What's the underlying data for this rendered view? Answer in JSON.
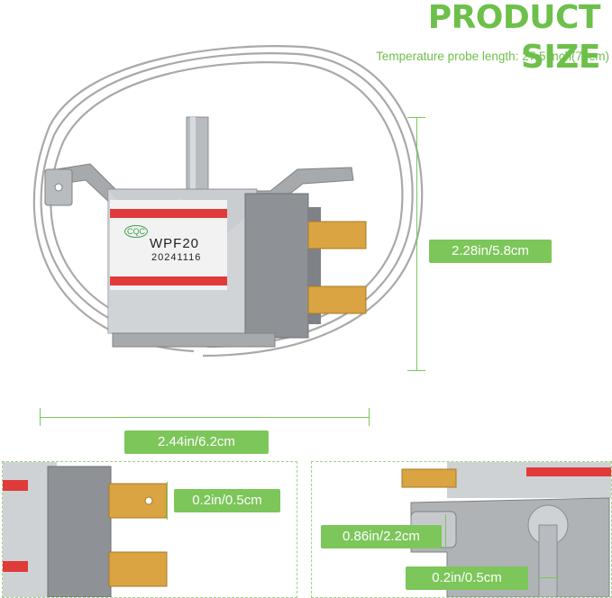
{
  "header": {
    "title": "PRODUCT SIZE",
    "subtitle": "Temperature probe length: 27.5 inch(70cm)"
  },
  "device": {
    "cert_mark": "CQC",
    "model": "WPF20",
    "serial": "20241116"
  },
  "dimensions": {
    "height": "2.28in/5.8cm",
    "width": "2.44in/6.2cm",
    "terminal_width": "0.2in/0.5cm",
    "bracket_height": "0.86in/2.2cm",
    "shaft_width": "0.2in/0.5cm"
  },
  "colors": {
    "accent": "#6dc04a",
    "badge": "#7cc65a",
    "label_red": "#e03a3a",
    "terminal": "#d9a441"
  }
}
